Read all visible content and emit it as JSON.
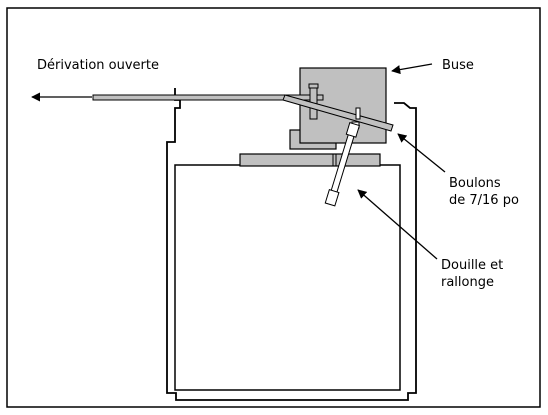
{
  "labels": {
    "bypass": "Dérivation ouverte",
    "nozzle": "Buse",
    "bolts_line1": "Boulons",
    "bolts_line2": "de 7/16 po",
    "socket_line1": "Douille et",
    "socket_line2": "rallonge"
  },
  "colors": {
    "part_fill": "#c0c0c0",
    "stroke": "#000000",
    "background": "#ffffff"
  }
}
